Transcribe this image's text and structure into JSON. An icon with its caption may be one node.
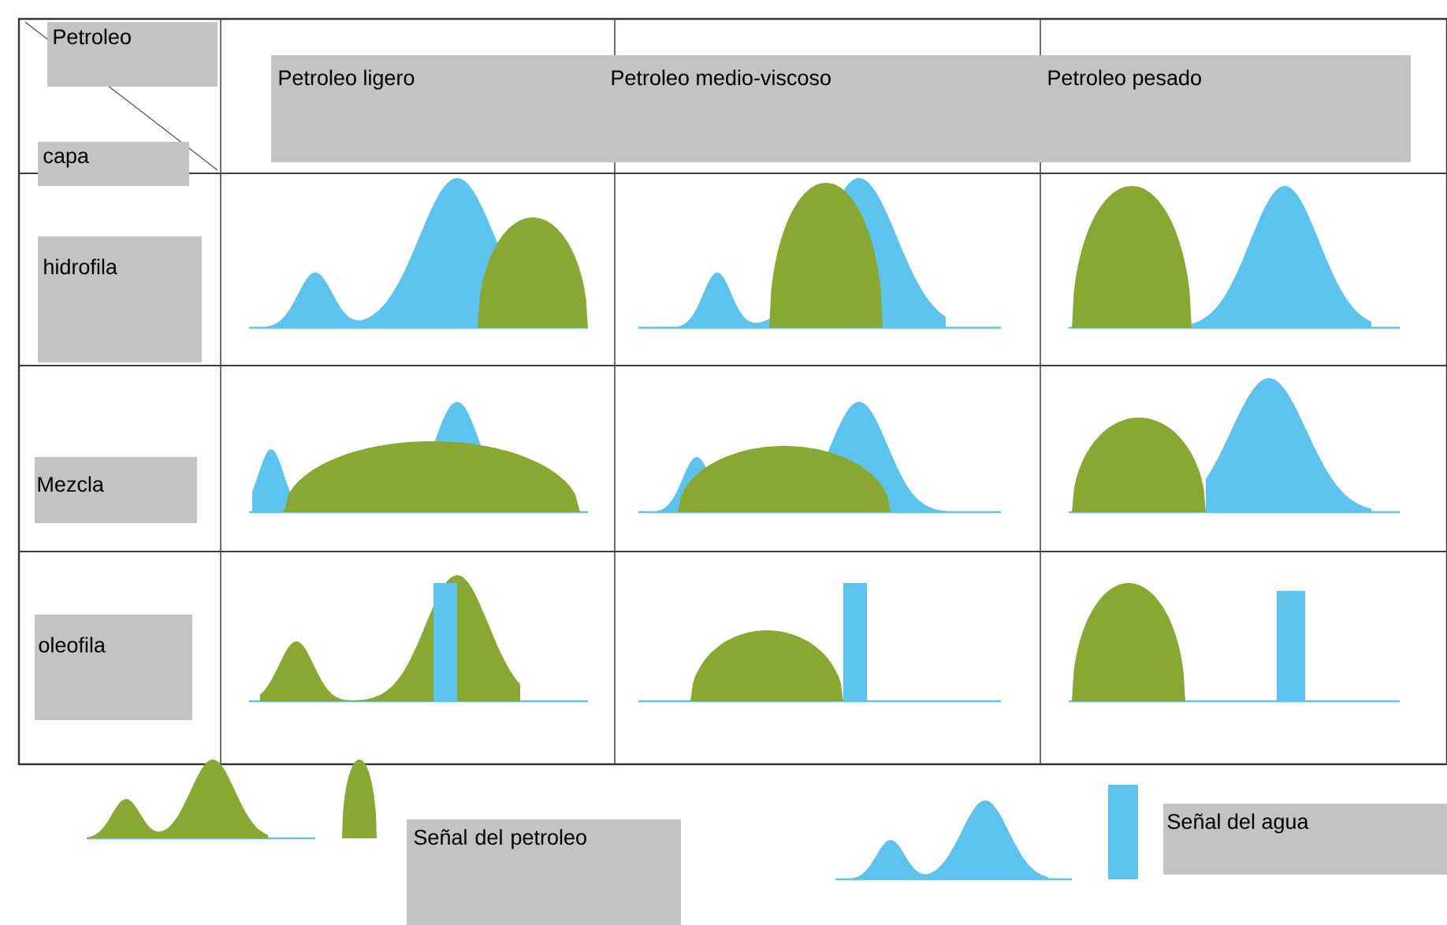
{
  "diagram": {
    "labels": [
      "Petroleo",
      "capa",
      "Petroleo ligero",
      "Petroleo medio-viscoso",
      "Petroleo pesado",
      "hidrofila",
      "Mezcla",
      "oleofila"
    ],
    "legend": [
      {
        "text": "Señal del petroleo"
      },
      {
        "text": "Señal del agua"
      }
    ]
  }
}
